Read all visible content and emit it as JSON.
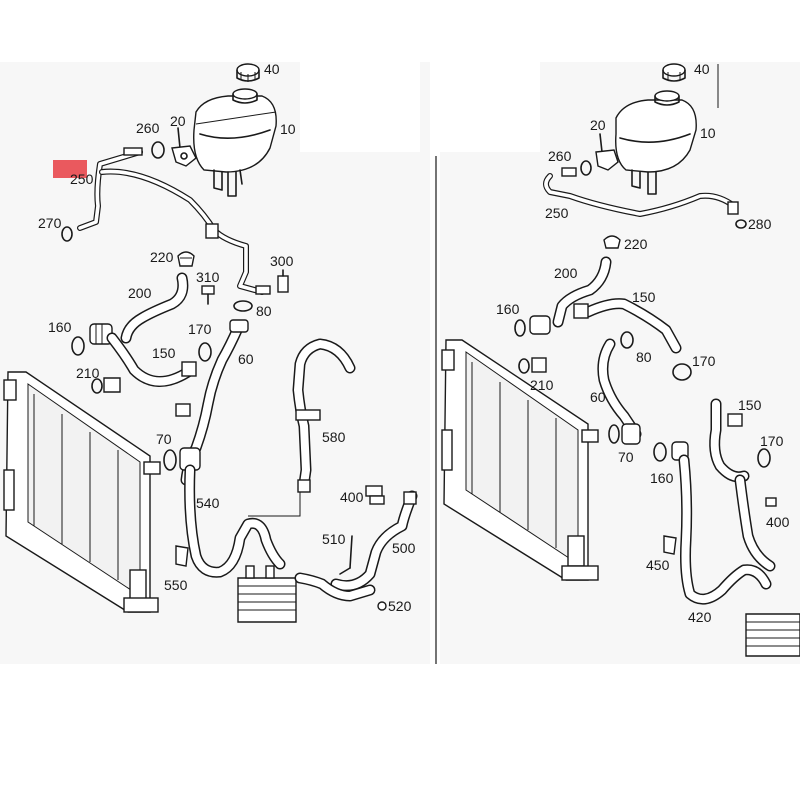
{
  "highlight_color": "#e8474d",
  "line_color": "#1a1a1a",
  "left_labels": {
    "l40": "40",
    "l10": "10",
    "l20": "20",
    "l260": "260",
    "l250": "250",
    "l270": "270",
    "l220": "220",
    "l300": "300",
    "l310": "310",
    "l200": "200",
    "l80": "80",
    "l160": "160",
    "l170": "170",
    "l150": "150",
    "l60": "60",
    "l210": "210",
    "l580": "580",
    "l70": "70",
    "l540": "540",
    "l400": "400",
    "l510": "510",
    "l500": "500",
    "l550": "550",
    "l520": "520"
  },
  "right_labels": {
    "r40": "40",
    "r10": "10",
    "r20": "20",
    "r260": "260",
    "r250": "250",
    "r280": "280",
    "r220": "220",
    "r200": "200",
    "r150": "150",
    "r160": "160",
    "r80": "80",
    "r170": "170",
    "r210": "210",
    "r60": "60",
    "r150b": "150",
    "r170b": "170",
    "r70": "70",
    "r160b": "160",
    "r400": "400",
    "r450": "450",
    "r420": "420"
  }
}
